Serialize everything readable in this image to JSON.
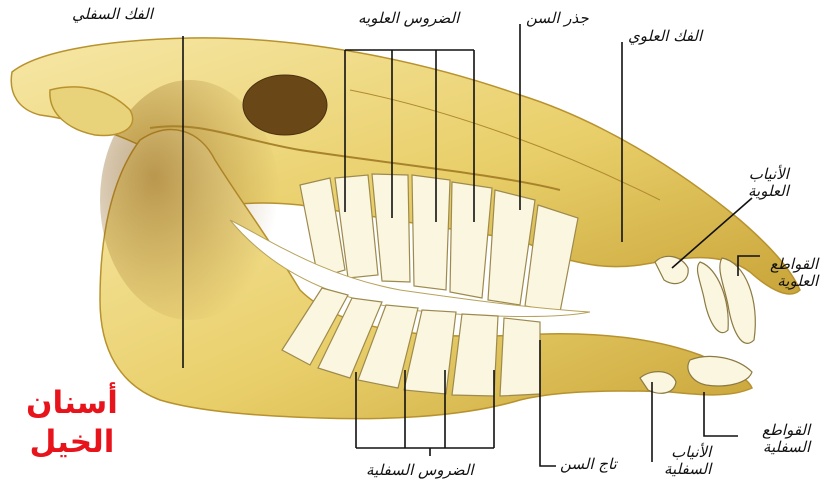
{
  "colors": {
    "bone_light": "#f6e7a6",
    "bone_mid": "#e9cf6a",
    "bone_dark": "#c9a53a",
    "shadow": "#7d5a1e",
    "tooth": "#fbf6df",
    "tooth_shade": "#d8c994",
    "leader": "#111111",
    "title": "#e8141b"
  },
  "labels": {
    "lower_jaw": "الفك السفلي",
    "upper_molars": "الضروس العلويه",
    "tooth_root": "جذر السن",
    "upper_jaw": "الفك العلوي",
    "upper_canines_1": "الأنياب",
    "upper_canines_2": "العلوية",
    "upper_incisors_1": "القواطع",
    "upper_incisors_2": "العلوية",
    "lower_incisors_1": "القواطع",
    "lower_incisors_2": "السفلية",
    "lower_canines_1": "الأنياب",
    "lower_canines_2": "السفلية",
    "tooth_crown": "تاج السن",
    "lower_molars": "الضروس السفلية"
  },
  "title": {
    "line1": "أسنان",
    "line2": "الخيل"
  }
}
